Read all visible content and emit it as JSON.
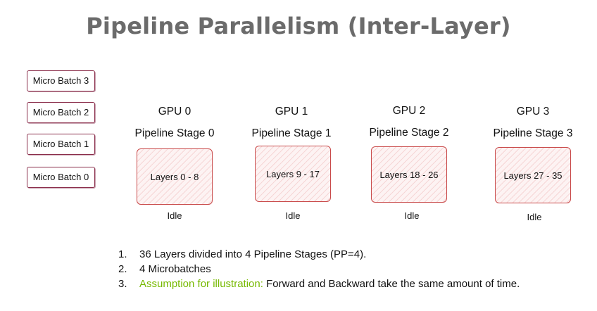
{
  "title": "Pipeline Parallelism (Inter-Layer)",
  "micro_batches": [
    "Micro Batch 3",
    "Micro Batch 2",
    "Micro Batch 1",
    "Micro Batch 0"
  ],
  "stages": [
    {
      "gpu": "GPU 0",
      "stage": "Pipeline Stage 0",
      "layers": "Layers 0 - 8",
      "status": "Idle"
    },
    {
      "gpu": "GPU 1",
      "stage": "Pipeline Stage 1",
      "layers": "Layers 9 - 17",
      "status": "Idle"
    },
    {
      "gpu": "GPU 2",
      "stage": "Pipeline Stage 2",
      "layers": "Layers 18 - 26",
      "status": "Idle"
    },
    {
      "gpu": "GPU 3",
      "stage": "Pipeline Stage 3",
      "layers": "Layers 27 - 35",
      "status": "Idle"
    }
  ],
  "notes": [
    {
      "num": "1.",
      "highlight": "",
      "text": "36 Layers divided into 4 Pipeline Stages (PP=4)."
    },
    {
      "num": "2.",
      "highlight": "",
      "text": "4 Microbatches"
    },
    {
      "num": "3.",
      "highlight": "Assumption for illustration:",
      "text": "Forward and Backward take the same amount of time."
    }
  ],
  "colors": {
    "title": "#6b6b6b",
    "micro_batch_border": "#8a2d4a",
    "stage_border": "#c94a4a",
    "highlight": "#76b900"
  }
}
